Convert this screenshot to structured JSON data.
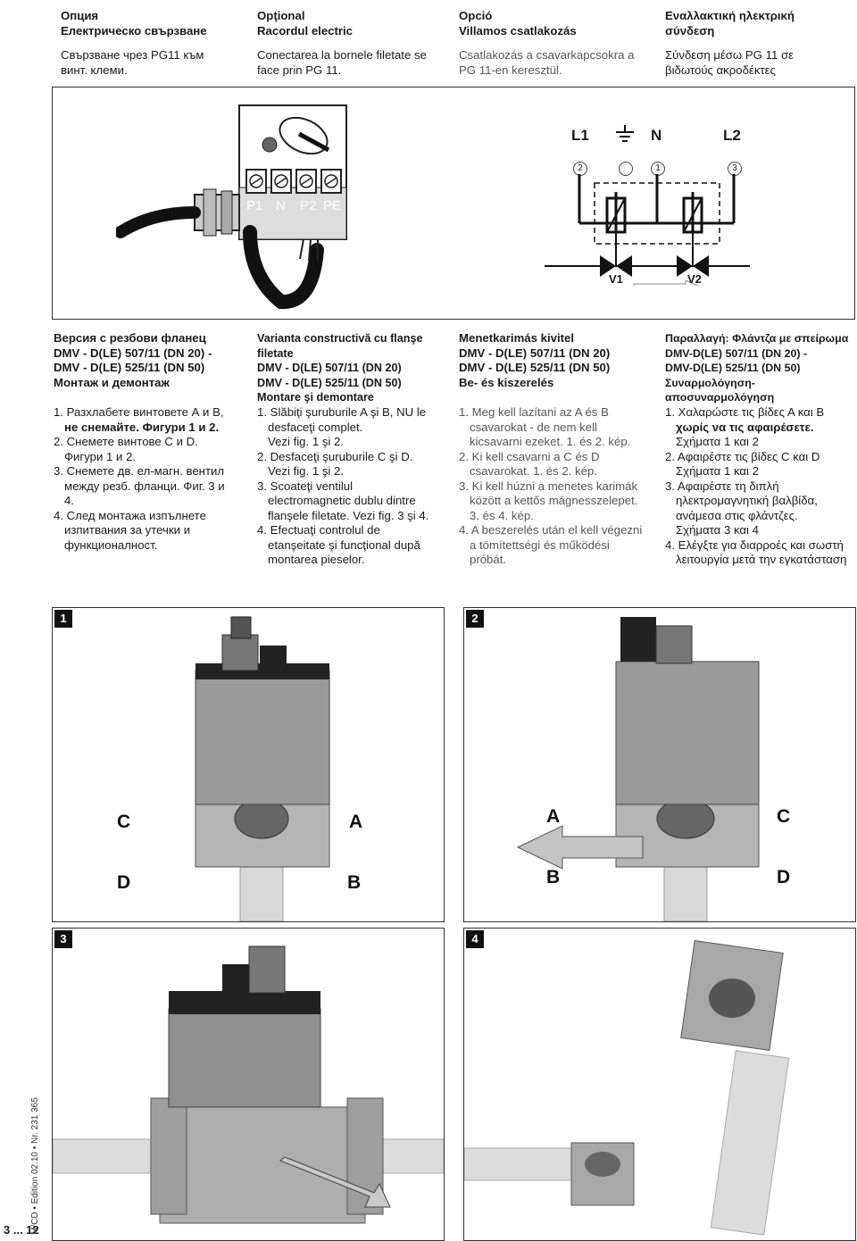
{
  "options": [
    {
      "title_1": "Опция",
      "title_2": "Електрическо свързване",
      "text_1": "Свързване чрез PG11 към",
      "text_2": "винт. клеми."
    },
    {
      "title_1": "Opţional",
      "title_2": "Racordul electric",
      "text_1": "Conectarea la bornele filetate se",
      "text_2": "face prin PG 11."
    },
    {
      "title_1": "Opció",
      "title_2": "Villamos csatlakozás",
      "text_1": "Csatlakozás a csavarkapcsokra a",
      "text_2": "PG 11-en keresztül."
    },
    {
      "title_1": "Εναλλακτική ηλεκτρική",
      "title_2": "σύνδεση",
      "text_1": "Σύνδεση μέσω PG 11 σε",
      "text_2": "βιδωτούς ακροδέκτες"
    }
  ],
  "terminals": {
    "t1": "P1",
    "t2": "N",
    "t3": "P2",
    "t4": "PE"
  },
  "wiring": {
    "l1": "L1",
    "n": "N",
    "l2": "L2",
    "c_left": "2",
    "c_mid": "1",
    "c_right": "3",
    "v1": "V1",
    "v2": "V2"
  },
  "versions": [
    {
      "h1": "Версия с резбови фланец",
      "h2": "DMV - D(LE) 507/11 (DN 20) -",
      "h3": "DMV - D(LE) 525/11 (DN 50)",
      "h4": "Монтаж и демонтаж"
    },
    {
      "h1": "Varianta constructivă cu flanşe filetate",
      "h2": "DMV - D(LE) 507/11 (DN 20)",
      "h3": "DMV - D(LE) 525/11 (DN 50)",
      "h4": "Montare şi demontare"
    },
    {
      "h1": "Menetkarimás kivitel",
      "h2": "DMV - D(LE) 507/11 (DN 20)",
      "h3": "DMV - D(LE) 525/11 (DN 50)",
      "h4": "Be- és kiszerelés"
    },
    {
      "h1": "Παραλλαγή: Φλάντζα με σπείρωμα",
      "h2": "DMV-D(LE) 507/11 (DN 20) -",
      "h3": "DMV-D(LE) 525/11 (DN 50)",
      "h4": "Συναρμολόγηση-αποσυναρμολόγηση"
    }
  ],
  "steps_bg": [
    "1. Разхлабете винтовете А и В,",
    "не снемайте. Фигури 1 и 2.",
    "2. Снемете винтове С и D.",
    "Фигури 1 и 2.",
    "3. Снемете дв. ел-магн. вентил",
    "между резб. фланци. Фиг. 3 и",
    "4.",
    "4. След монтажа изпълнете",
    "изпитвания за утечки и",
    "функционалност."
  ],
  "steps_ro": [
    "1. Slăbiţi şuruburile A şi B, NU le",
    "desfaceţi complet.",
    "Vezi fig. 1 şi 2.",
    "2. Desfaceţi şuruburile C şi D.",
    "Vezi fig. 1 şi 2.",
    "3. Scoateţi ventilul",
    "electromagnetic dublu dintre",
    "flanşele filetate. Vezi fig. 3 şi 4.",
    "4. Efectuaţi controlul de",
    "etanşeitate şi funcţional după",
    "montarea pieselor."
  ],
  "steps_hu": [
    "1. Meg kell lazítani az A és B",
    "csavarokat - de nem kell",
    "kicsavarni ezeket. 1. és 2. kép.",
    "2. Ki kell csavarni a C és D",
    "csavarokat. 1. és 2. kép.",
    "3. Ki kell húzni a menetes karimák",
    "között a kettős mágnesszelepet.",
    "3. és 4. kép.",
    "4. A beszerelés után el kell végezni",
    "a tömítettségi és működési",
    "próbát."
  ],
  "steps_el": [
    "1. Χαλαρώστε τις βίδες Α και Β",
    "χωρίς να τις αφαιρέσετε.",
    "Σχήματα 1 και 2",
    "2. Αφαιρέστε τις βίδες C και D",
    "Σχήματα 1 και 2",
    "3. Αφαιρέστε τη διπλή",
    "ηλεκτρομαγνητική βαλβίδα,",
    "ανάμεσα στις φλάντζες.",
    "Σχήματα 3 και 4",
    "4. Ελέγξτε για διαρροές και σωστή",
    "λειτουργία μετά την εγκατάσταση"
  ],
  "figures": {
    "f1": "1",
    "f2": "2",
    "f3": "3",
    "f4": "4",
    "fig1": {
      "c": "C",
      "a": "A",
      "d": "D",
      "b": "B"
    },
    "fig2": {
      "a": "A",
      "c": "C",
      "b": "B",
      "d": "D"
    }
  },
  "footer": {
    "page": "3 ... 12",
    "side": "M/CD • Edition 02.10 • Nr. 231 365"
  }
}
